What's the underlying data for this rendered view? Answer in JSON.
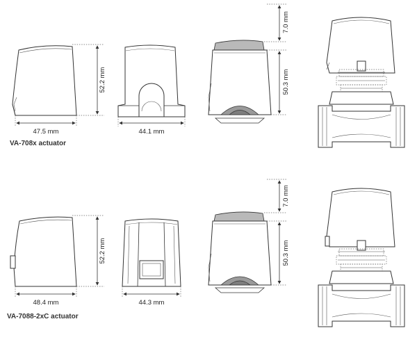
{
  "top_row": {
    "caption": "VA-708x actuator",
    "side_width": "47.5 mm",
    "side_height": "52.2 mm",
    "front_width": "44.1 mm",
    "cap_height": "7.0 mm",
    "body_height": "50.3 mm"
  },
  "bottom_row": {
    "caption": "VA-7088-2xC actuator",
    "side_width": "48.4 mm",
    "side_height": "52.2 mm",
    "front_width": "44.3 mm",
    "cap_height": "7.0 mm",
    "body_height": "50.3 mm"
  }
}
